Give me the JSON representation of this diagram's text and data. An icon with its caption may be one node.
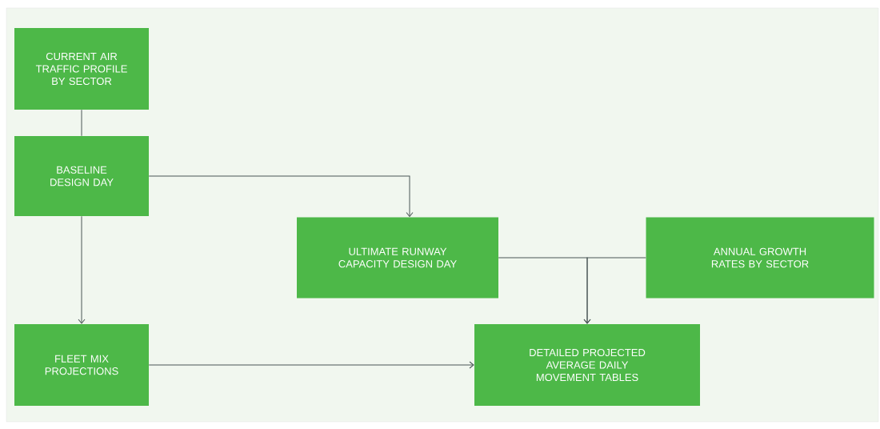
{
  "diagram": {
    "nodes": [
      {
        "text": [
          "CURRENT AIR TRAFFIC PROFILE BY SECTOR"
        ]
      },
      {
        "text": [
          "BASELINE DESIGN DAY"
        ]
      },
      {
        "text": [
          "ULTIMATE RUNWAY CAPACITY DESIGN DAY"
        ]
      },
      {
        "text": [
          "ANNUAL GROWTH RATES BY SECTOR"
        ]
      },
      {
        "text": [
          "FLEET MIX PROJECTIONS"
        ]
      },
      {
        "text": [
          "DETAILED PROJECTED AVERAGE DAILY MOVEMENT TABLES"
        ]
      }
    ],
    "edges": [
      {
        "from": 0,
        "to": 1,
        "arrow": "none"
      },
      {
        "from": 1,
        "to": 2,
        "arrow": "to"
      },
      {
        "from": 1,
        "to": 4,
        "arrow": "to"
      },
      {
        "from": 2,
        "to": 5,
        "arrow": "to"
      },
      {
        "from": 3,
        "to": 5,
        "arrow": "to"
      },
      {
        "from": 4,
        "to": 5,
        "arrow": "to"
      }
    ]
  }
}
